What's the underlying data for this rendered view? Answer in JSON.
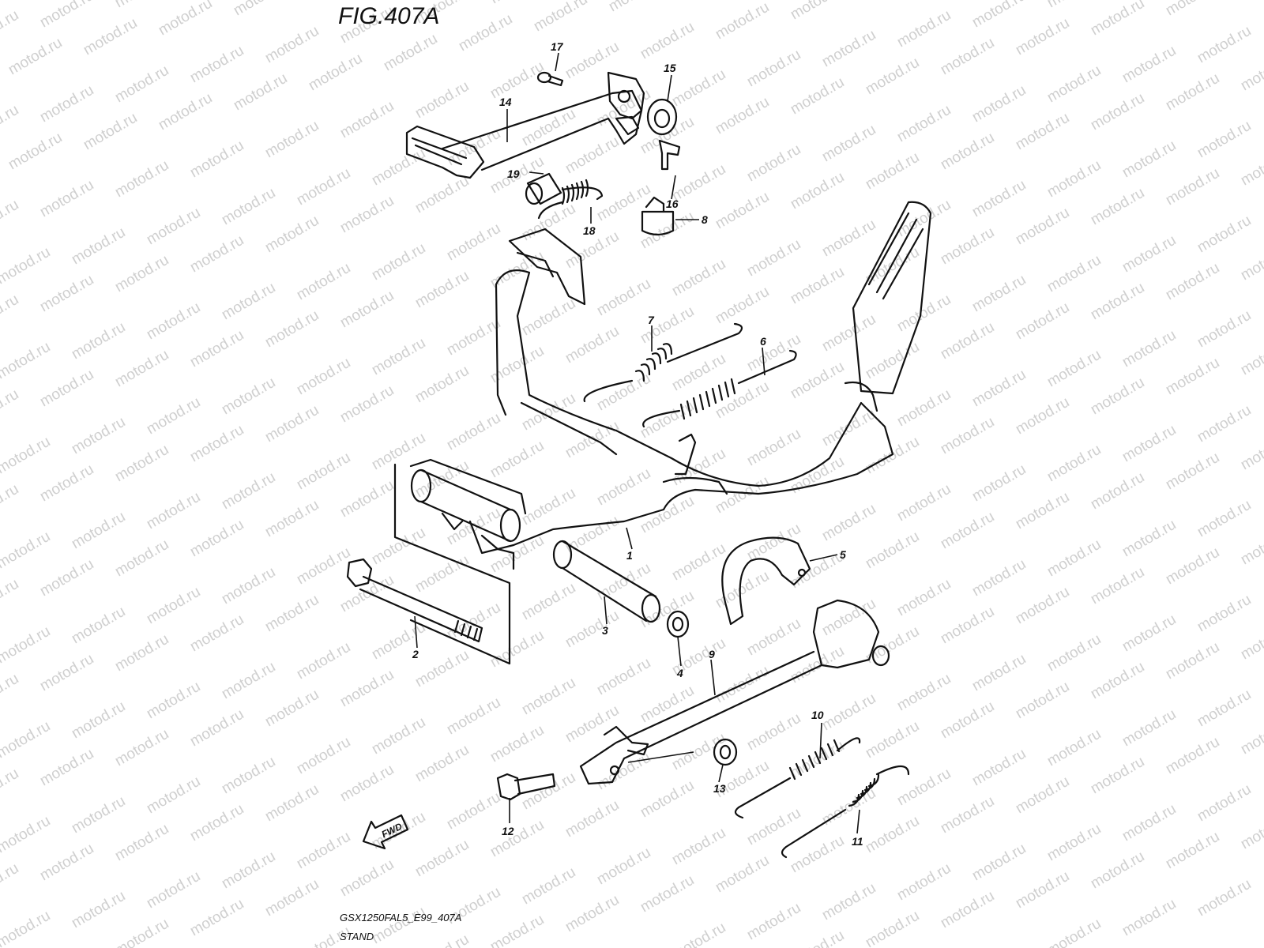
{
  "figure": {
    "title": "FIG.407A",
    "model_code": "GSX1250FAL5_E99_407A",
    "name": "STAND",
    "direction_label": "FWD",
    "watermark": "motod.ru"
  },
  "callouts": [
    "1",
    "2",
    "3",
    "4",
    "5",
    "6",
    "7",
    "8",
    "9",
    "10",
    "11",
    "12",
    "13",
    "14",
    "15",
    "16",
    "17",
    "18",
    "19"
  ]
}
